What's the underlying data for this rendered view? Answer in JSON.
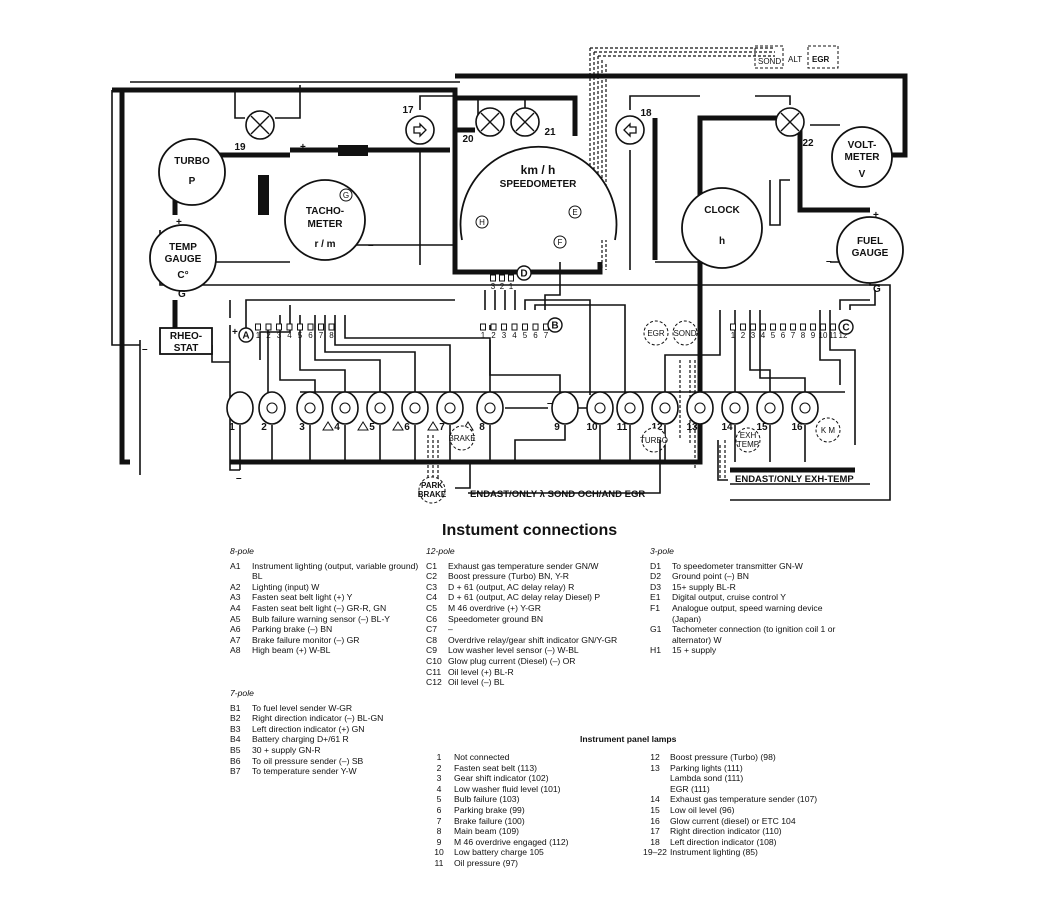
{
  "labels": {
    "sond_alt": "SOND",
    "alt": "ALT",
    "egr": "EGR",
    "endast_egr": "ENDAST/ONLY λ SOND OCH/AND EGR",
    "endast_exh": "ENDAST/ONLY  EXH-TEMP",
    "park_brake_a": "PARK",
    "park_brake_b": "BRAKE",
    "brake_tag": "BRAKE",
    "turbo_tag": "TURBO",
    "exh_temp_a": "EXH",
    "exh_temp_b": "TEMP",
    "egr_small": "EGR",
    "sond_small": "SOND",
    "km_tag": "K M"
  },
  "gauges": {
    "turbo": {
      "name": "TURBO",
      "unit": "P"
    },
    "tacho": {
      "name_a": "TACHO-",
      "name_b": "METER",
      "unit": "r / m",
      "mark": "G"
    },
    "temp": {
      "name_a": "TEMP",
      "name_b": "GAUGE",
      "unit": "C°"
    },
    "speedo": {
      "unit": "km / h",
      "name": "SPEEDOMETER"
    },
    "clock": {
      "name": "CLOCK",
      "unit": "h"
    },
    "volt": {
      "name_a": "VOLT-",
      "name_b": "METER",
      "unit": "V"
    },
    "fuel": {
      "name_a": "FUEL",
      "name_b": "GAUGE"
    },
    "rheostat": {
      "name_a": "RHEO-",
      "name_b": "STAT"
    }
  },
  "connectors": {
    "a": {
      "id": "A",
      "pins": [
        "1",
        "2",
        "3",
        "4",
        "5",
        "6",
        "7",
        "8"
      ]
    },
    "b": {
      "id": "B",
      "pins": [
        "1",
        "2",
        "3",
        "4",
        "5",
        "6",
        "7"
      ]
    },
    "c": {
      "id": "C",
      "pins": [
        "1",
        "2",
        "3",
        "4",
        "5",
        "6",
        "7",
        "8",
        "9",
        "10",
        "11",
        "12"
      ]
    },
    "d": {
      "id": "D",
      "pins": [
        "3",
        "2",
        "1"
      ]
    },
    "speedo_marks": [
      "H",
      "E",
      "F"
    ]
  },
  "lamp_numbers": {
    "top": [
      "19",
      "17",
      "20",
      "21",
      "18",
      "22"
    ],
    "bottom": [
      "1",
      "2",
      "3",
      "4",
      "5",
      "6",
      "7",
      "8",
      "9",
      "10",
      "11",
      "12",
      "13",
      "14",
      "15",
      "16"
    ]
  },
  "legend": {
    "title": "Instument connections",
    "pole8": {
      "heading": "8-pole",
      "rows": [
        {
          "k": "A1",
          "v": "Instrument lighting (output, variable ground) BL"
        },
        {
          "k": "A2",
          "v": "Lighting (input) W"
        },
        {
          "k": "A3",
          "v": "Fasten seat belt light (+) Y"
        },
        {
          "k": "A4",
          "v": "Fasten seat belt light (–) GR-R, GN"
        },
        {
          "k": "A5",
          "v": "Bulb failure warning sensor (–) BL-Y"
        },
        {
          "k": "A6",
          "v": "Parking brake (–) BN"
        },
        {
          "k": "A7",
          "v": "Brake failure monitor (–) GR"
        },
        {
          "k": "A8",
          "v": "High beam (+) W-BL"
        }
      ]
    },
    "pole7": {
      "heading": "7-pole",
      "rows": [
        {
          "k": "B1",
          "v": "To fuel level sender W-GR"
        },
        {
          "k": "B2",
          "v": "Right direction indicator (–) BL-GN"
        },
        {
          "k": "B3",
          "v": "Left direction indicator (+) GN"
        },
        {
          "k": "B4",
          "v": "Battery charging D+/61 R"
        },
        {
          "k": "B5",
          "v": "30 + supply GN-R"
        },
        {
          "k": "B6",
          "v": "To oil pressure sender (–) SB"
        },
        {
          "k": "B7",
          "v": "To temperature sender Y-W"
        }
      ]
    },
    "pole12": {
      "heading": "12-pole",
      "rows": [
        {
          "k": "C1",
          "v": "Exhaust gas temperature sender GN/W"
        },
        {
          "k": "C2",
          "v": "Boost pressure (Turbo) BN, Y-R"
        },
        {
          "k": "C3",
          "v": "D + 61 (output, AC delay relay) R"
        },
        {
          "k": "C4",
          "v": "D + 61 (output, AC delay relay Diesel) P"
        },
        {
          "k": "C5",
          "v": "M 46 overdrive (+) Y-GR"
        },
        {
          "k": "C6",
          "v": "Speedometer ground BN"
        },
        {
          "k": "C7",
          "v": "–"
        },
        {
          "k": "C8",
          "v": "Overdrive relay/gear shift indicator GN/Y-GR"
        },
        {
          "k": "C9",
          "v": "Low washer level sensor (–) W-BL"
        },
        {
          "k": "C10",
          "v": "Glow plug current (Diesel) (–) OR"
        },
        {
          "k": "C11",
          "v": "Oil level (+) BL-R"
        },
        {
          "k": "C12",
          "v": "Oil level (–) BL"
        }
      ]
    },
    "pole3": {
      "heading": "3-pole",
      "rows": [
        {
          "k": "D1",
          "v": "To speedometer transmitter GN-W"
        },
        {
          "k": "D2",
          "v": "Ground point (–) BN"
        },
        {
          "k": "D3",
          "v": "15+ supply BL-R"
        },
        {
          "k": "E1",
          "v": "Digital output, cruise control Y"
        },
        {
          "k": "F1",
          "v": "Analogue output, speed warning device (Japan)"
        },
        {
          "k": "G1",
          "v": "Tachometer connection (to ignition coil 1 or alternator) W"
        },
        {
          "k": "H1",
          "v": "15 + supply"
        }
      ]
    },
    "lamps": {
      "heading": "Instrument panel lamps",
      "left": [
        {
          "k": "1",
          "v": "Not connected"
        },
        {
          "k": "2",
          "v": "Fasten seat belt (113)"
        },
        {
          "k": "3",
          "v": "Gear shift indicator (102)"
        },
        {
          "k": "4",
          "v": "Low washer fluid level (101)"
        },
        {
          "k": "5",
          "v": "Bulb failure (103)"
        },
        {
          "k": "6",
          "v": "Parking brake (99)"
        },
        {
          "k": "7",
          "v": "Brake failure (100)"
        },
        {
          "k": "8",
          "v": "Main beam (109)"
        },
        {
          "k": "9",
          "v": "M 46 overdrive engaged (112)"
        },
        {
          "k": "10",
          "v": "Low battery charge 105"
        },
        {
          "k": "11",
          "v": "Oil pressure (97)"
        }
      ],
      "right": [
        {
          "k": "12",
          "v": "Boost pressure (Turbo) (98)"
        },
        {
          "k": "13",
          "v": "Parking lights (111)"
        },
        {
          "k": "",
          "v": "Lambda sond (111)"
        },
        {
          "k": "",
          "v": "EGR (111)"
        },
        {
          "k": "14",
          "v": "Exhaust gas temperature sender (107)"
        },
        {
          "k": "15",
          "v": "Low oil level (96)"
        },
        {
          "k": "16",
          "v": "Glow current (diesel) or ETC 104"
        },
        {
          "k": "17",
          "v": "Right direction indicator (110)"
        },
        {
          "k": "18",
          "v": "Left direction indicator (108)"
        },
        {
          "k": "19–22",
          "v": "Instrument lighting (85)"
        }
      ]
    }
  }
}
